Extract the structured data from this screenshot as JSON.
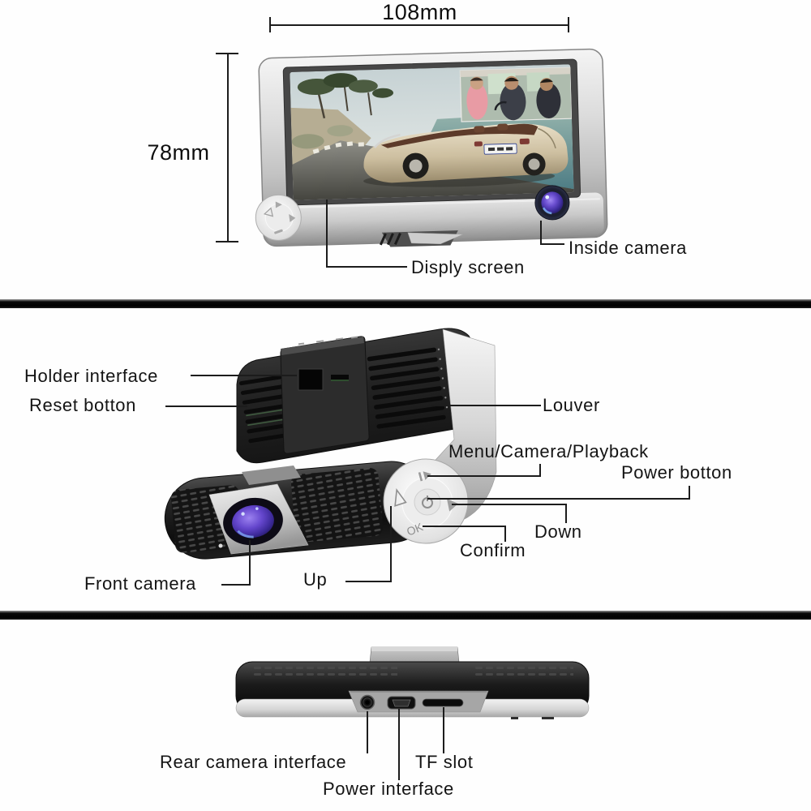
{
  "top_panel": {
    "dimensions": {
      "width": "108mm",
      "height": "78mm"
    },
    "labels": {
      "inside_camera": "Inside camera",
      "display_screen": "Disply screen"
    }
  },
  "middle_panel": {
    "labels": {
      "holder_interface": "Holder interface",
      "reset_button": "Reset botton",
      "louver": "Louver",
      "menu_camera_playback": "Menu/Camera/Playback",
      "power_button": "Power botton",
      "down": "Down",
      "confirm": "Confirm",
      "up": "Up",
      "front_camera": "Front camera"
    },
    "pad": {
      "ok_label": "OK"
    },
    "icons": {
      "power": "power-symbol",
      "up": "triangle-outline",
      "down": "triangle-right",
      "mode": "play-with-bar"
    }
  },
  "bottom_panel": {
    "labels": {
      "rear_camera_interface": "Rear camera interface",
      "tf_slot": "TF slot",
      "power_interface": "Power interface"
    }
  },
  "colors": {
    "background": "#ffffff",
    "divider": "#0a0a0a",
    "leader_line": "#1c1c1c",
    "text": "#111111",
    "device_silver": "#c9c9c9",
    "device_dark": "#1d1d1d",
    "lens_purple": "#5b3fae",
    "screen_sea_teal": "#5f8a8c",
    "car_champagne": "#cfc2a6"
  }
}
